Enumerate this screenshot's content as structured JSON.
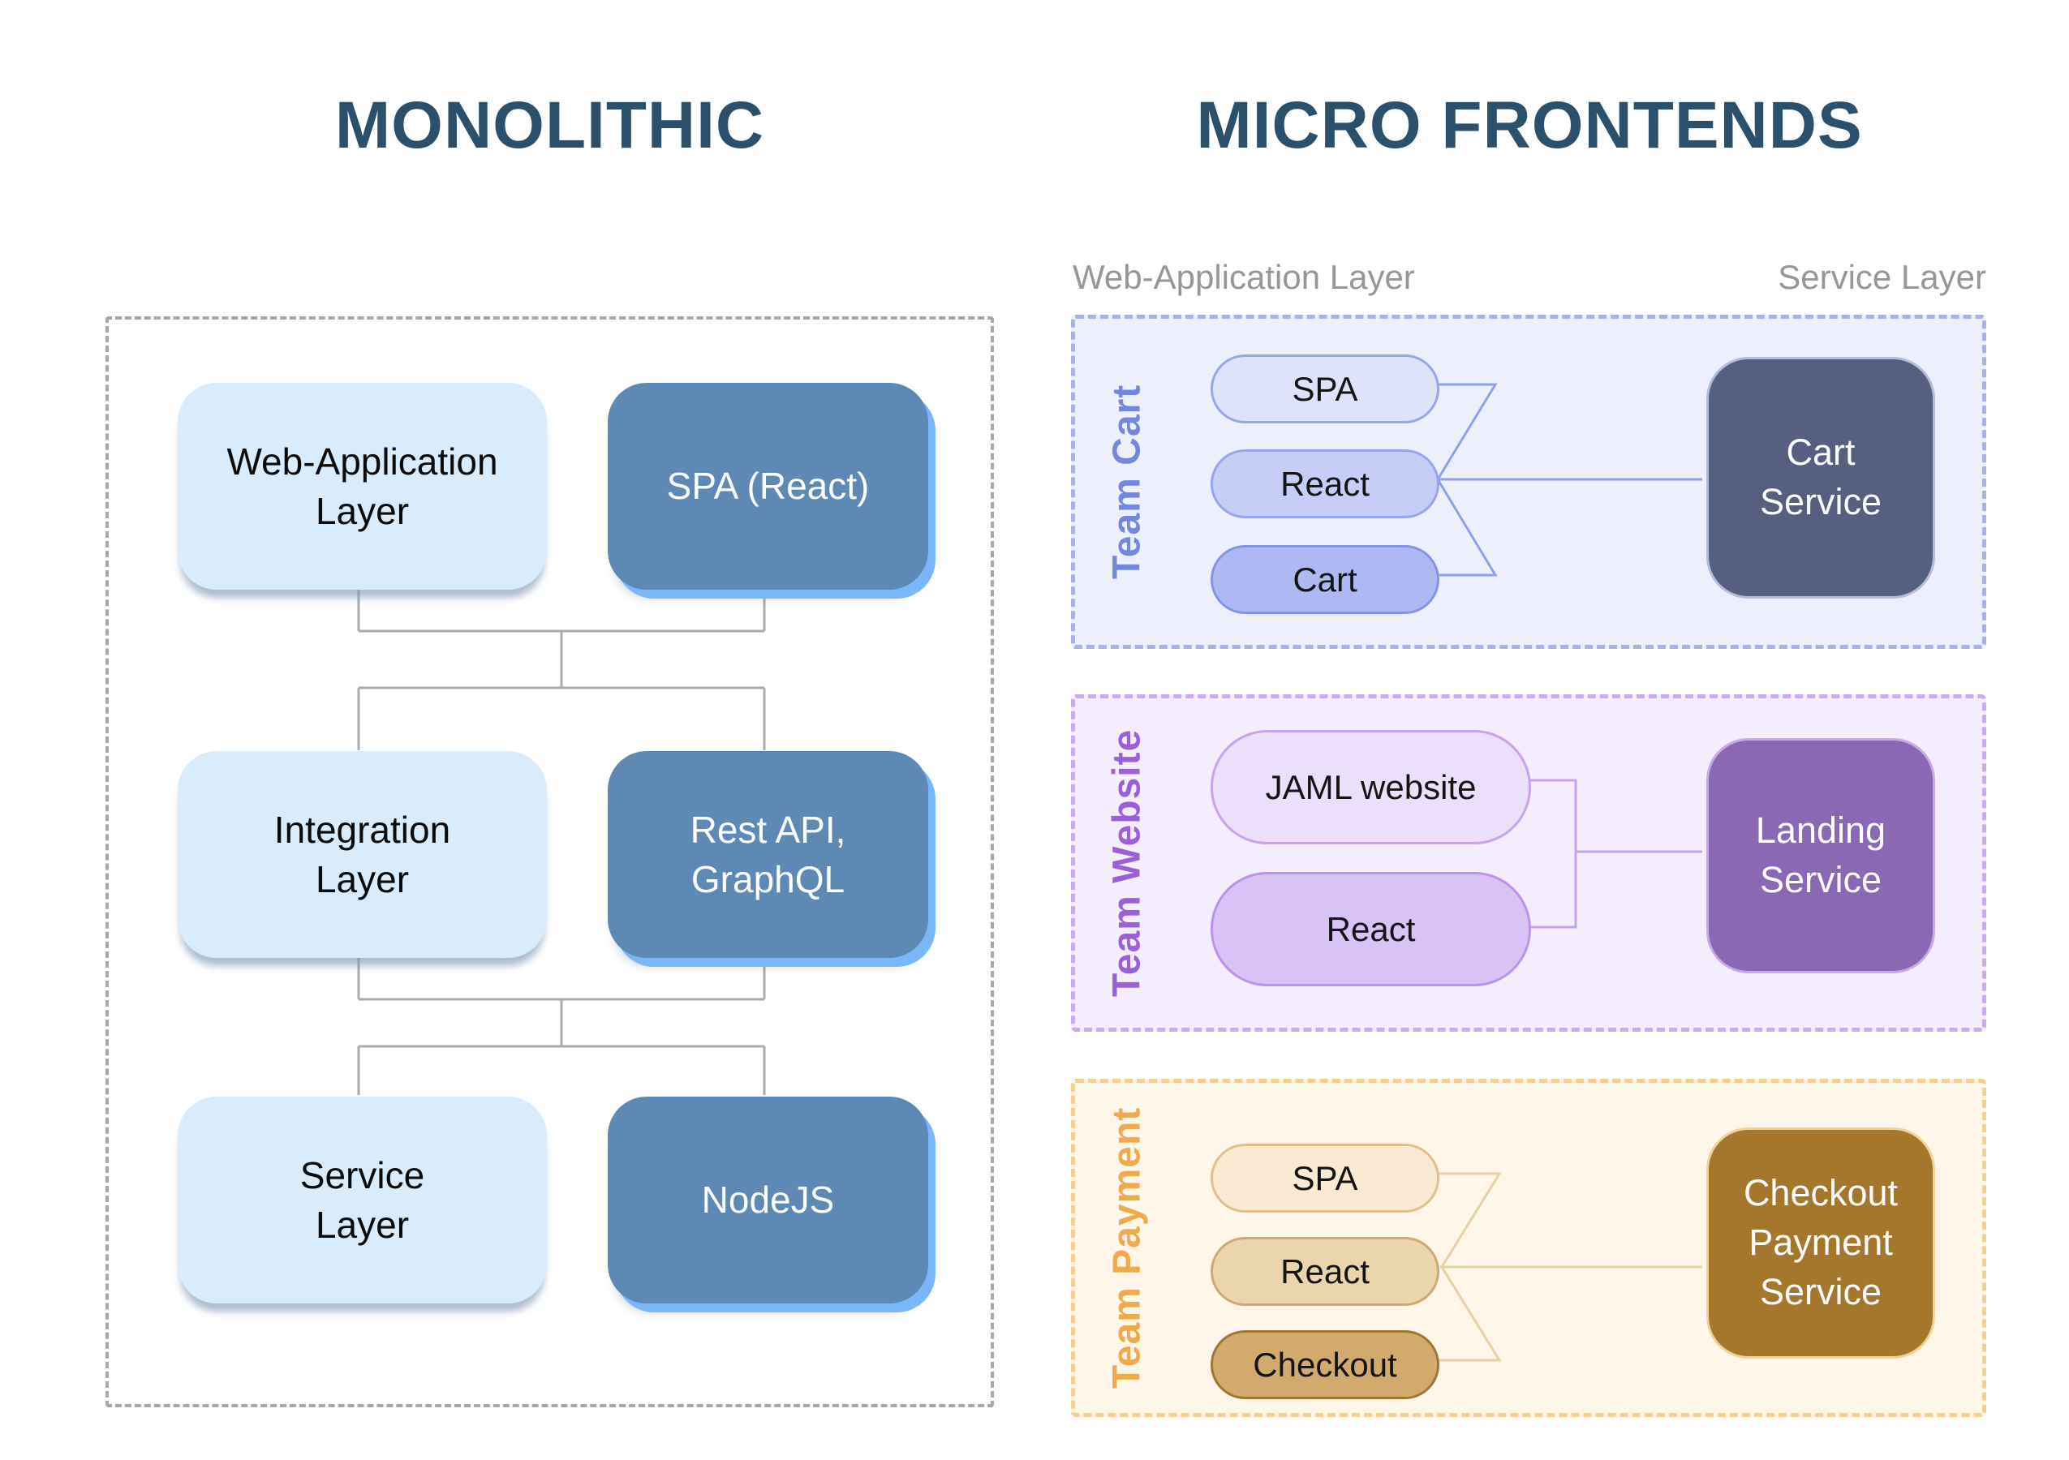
{
  "monolithic": {
    "title": "MONOLITHIC",
    "title_color": "#2b506b",
    "boundary_border_color": "#a8a8a8",
    "connector_color": "#ababab",
    "layer_box_fill": "#d9ecfc",
    "tech_box_fill": "#5d89b4",
    "tech_box_glow": "#79b7f8",
    "rows": [
      {
        "layer": "Web-Application\nLayer",
        "tech": "SPA (React)"
      },
      {
        "layer": "Integration\nLayer",
        "tech": "Rest API,\nGraphQL"
      },
      {
        "layer": "Service\nLayer",
        "tech": "NodeJS"
      }
    ]
  },
  "micro": {
    "title": "MICRO FRONTENDS",
    "title_color": "#2b506b",
    "column_label_color": "#97979b",
    "column_left_label": "Web-Application Layer",
    "column_right_label": "Service Layer",
    "teams": [
      {
        "name": "Team Cart",
        "accent": "#7287dd",
        "background": "#edf0fc",
        "border": "#a7b3e6",
        "connector_color": "#8e9fee",
        "pills": [
          {
            "label": "SPA",
            "fill": "#dee3fb",
            "border": "#95a5ef"
          },
          {
            "label": "React",
            "fill": "#c6cef8",
            "border": "#95a5ef"
          },
          {
            "label": "Cart",
            "fill": "#aeb9f4",
            "border": "#8394e8"
          }
        ],
        "service": {
          "label": "Cart\nService",
          "fill": "#575f80",
          "border": "#b3bcdb"
        }
      },
      {
        "name": "Team Website",
        "accent": "#9b5fd9",
        "background": "#f4edfd",
        "border": "#cda9f0",
        "connector_color": "#c9a2ef",
        "pills": [
          {
            "label": "JAML website",
            "fill": "#ebdffb",
            "border": "#c9a2ef"
          },
          {
            "label": "React",
            "fill": "#d9c2f5",
            "border": "#bb93e8"
          }
        ],
        "service": {
          "label": "Landing\nService",
          "fill": "#8a68b3",
          "border": "#c8a8e8"
        }
      },
      {
        "name": "Team Payment",
        "accent": "#f0a94b",
        "background": "#fdf6e9",
        "border": "#f3cf90",
        "connector_color": "#e8cfa4",
        "pills": [
          {
            "label": "SPA",
            "fill": "#faead3",
            "border": "#e2bf8c"
          },
          {
            "label": "React",
            "fill": "#ebd5ad",
            "border": "#cfa96d"
          },
          {
            "label": "Checkout",
            "fill": "#d2aa6e",
            "border": "#a1762f"
          }
        ],
        "service": {
          "label": "Checkout\nPayment\nService",
          "fill": "#a5772d",
          "border": "#f0d398"
        }
      }
    ]
  }
}
